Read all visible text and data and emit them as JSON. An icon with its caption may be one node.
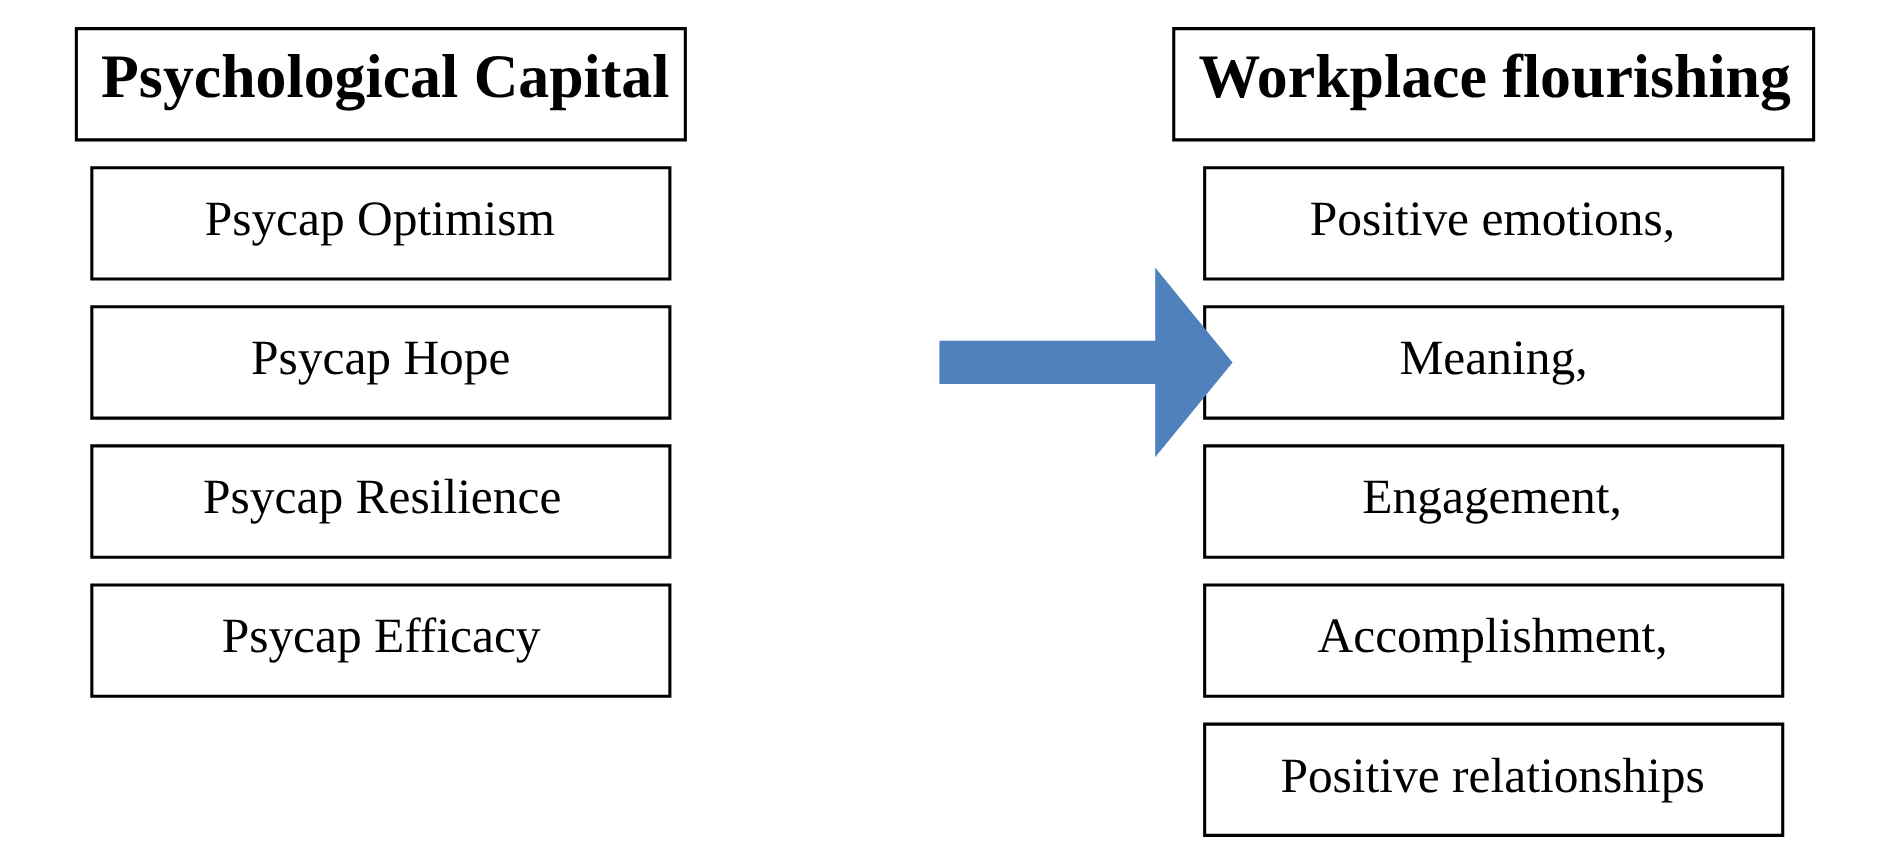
{
  "diagram": {
    "nodes": [
      {
        "text": [
          "Psychological Capital"
        ]
      },
      {
        "text": [
          "Psycap Optimism"
        ]
      },
      {
        "text": [
          "Psycap Hope"
        ]
      },
      {
        "text": [
          "Psycap Resilience"
        ]
      },
      {
        "text": [
          "Psycap Efficacy"
        ]
      },
      {
        "text": [
          "Workplace flourishing"
        ]
      },
      {
        "text": [
          "Positive emotions,"
        ]
      },
      {
        "text": [
          "Meaning,"
        ]
      },
      {
        "text": [
          "Engagement,"
        ]
      },
      {
        "text": [
          "Accomplishment,"
        ]
      },
      {
        "text": [
          "Positive relationships"
        ]
      }
    ],
    "edges": [
      {
        "from": null,
        "to": 7,
        "arrow": "to",
        "color": "#4f81bd"
      }
    ]
  }
}
